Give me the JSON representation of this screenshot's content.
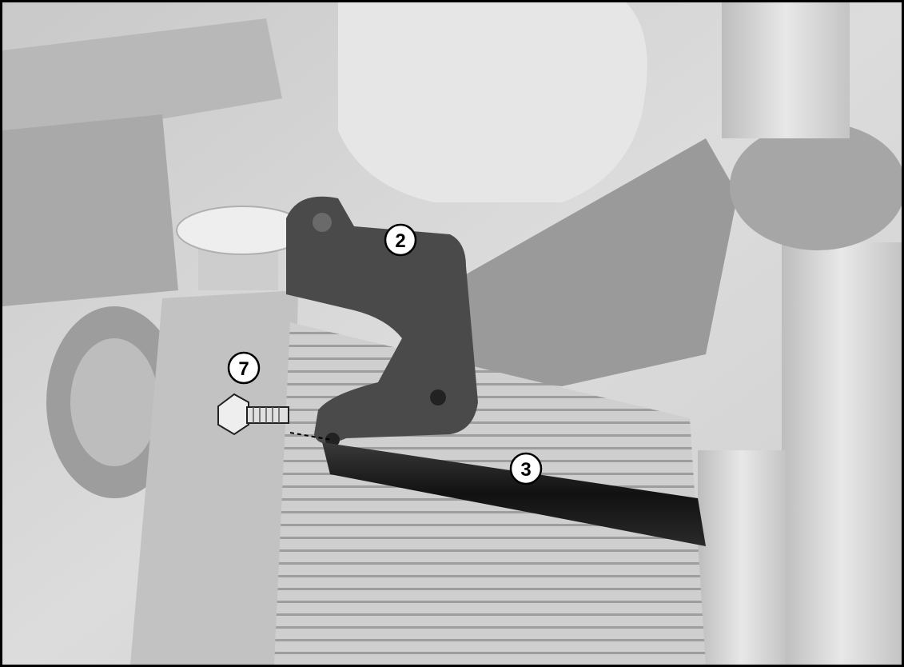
{
  "callouts": {
    "bracket": "2",
    "bar": "3",
    "bolt": "7"
  },
  "colors": {
    "background": "#d9d9d9",
    "bracket": "#4a4a4a",
    "bar": "#1f1f1f",
    "callout_fill": "#ffffff",
    "callout_stroke": "#000000"
  }
}
